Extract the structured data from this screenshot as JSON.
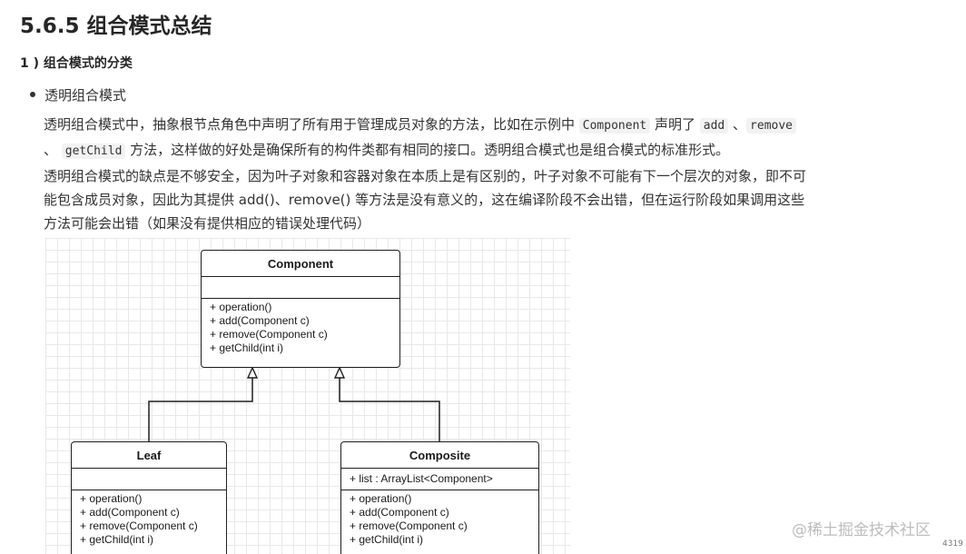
{
  "heading": "5.6.5 组合模式总结",
  "subheading": "1 ) 组合模式的分类",
  "bullet": "透明组合模式",
  "para1": {
    "t1": "透明组合模式中，抽象根节点角色中声明了所有用于管理成员对象的方法，比如在示例中 ",
    "c1": "Component",
    "t2": " 声明了 ",
    "c2": "add",
    "t3": " 、",
    "c3": "remove",
    "t4": " 、 ",
    "c4": "getChild",
    "t5": " 方法，这样做的好处是确保所有的构件类都有相同的接口。透明组合模式也是组合模式的标准形式。"
  },
  "para2": "透明组合模式的缺点是不够安全，因为叶子对象和容器对象在本质上是有区别的，叶子对象不可能有下一个层次的对象，即不可能包含成员对象，因此为其提供 add()、remove() 等方法是没有意义的，这在编译阶段不会出错，但在运行阶段如果调用这些方法可能会出错（如果没有提供相应的错误处理代码）",
  "diagram": {
    "component": {
      "name": "Component",
      "methods": [
        "+ operation()",
        "+ add(Component c)",
        "+ remove(Component c)",
        "+ getChild(int i)"
      ]
    },
    "leaf": {
      "name": "Leaf",
      "methods": [
        "+ operation()",
        "+ add(Component c)",
        "+ remove(Component c)",
        "+ getChild(int i)"
      ]
    },
    "composite": {
      "name": "Composite",
      "attribute": "+ list : ArrayList<Component>",
      "methods": [
        "+ operation()",
        "+ add(Component c)",
        "+ remove(Component c)",
        "+ getChild(int i)"
      ]
    }
  },
  "watermark": "@稀土掘金技术社区",
  "corner_number": "4319"
}
